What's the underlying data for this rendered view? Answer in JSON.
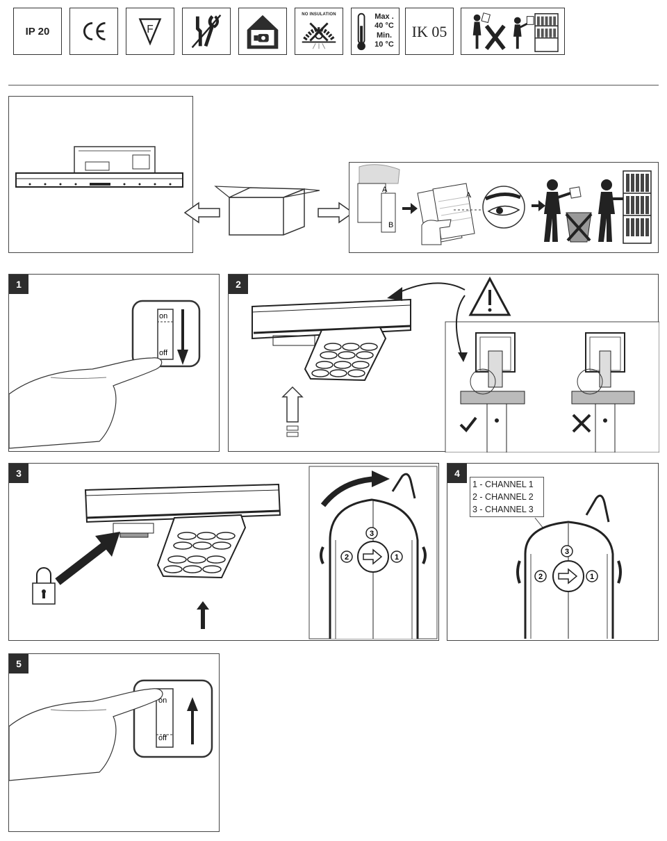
{
  "certifications": {
    "ip_rating": "IP 20",
    "ce_mark": "CE",
    "f_mark": "F",
    "no_insulation": "NO INSULATION",
    "temp_max_label": "Max .",
    "temp_max_value": "40 °C",
    "temp_min_label": "Min.",
    "temp_min_value": "10 °C",
    "impact_rating": "IK 05"
  },
  "unboxing": {
    "sheet_a": "A",
    "sheet_b": "B"
  },
  "steps": [
    {
      "number": "1",
      "switch_on": "on",
      "switch_off": "off"
    },
    {
      "number": "2"
    },
    {
      "number": "3",
      "dial_top": "3",
      "dial_left": "2",
      "dial_right": "1"
    },
    {
      "number": "4",
      "dial_top": "3",
      "dial_left": "2",
      "dial_right": "1",
      "channels": [
        "1 - CHANNEL 1",
        "2 - CHANNEL 2",
        "3 - CHANNEL 3"
      ]
    },
    {
      "number": "5",
      "switch_on": "on",
      "switch_off": "off"
    }
  ],
  "colors": {
    "ink": "#2d2d2d",
    "line": "#444444",
    "light": "#cccccc"
  }
}
